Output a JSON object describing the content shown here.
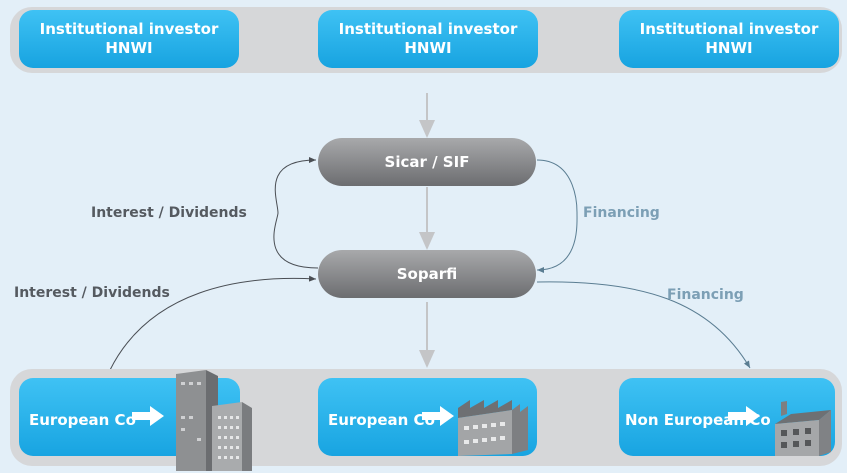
{
  "investors": [
    {
      "line1": "Institutional investor",
      "line2": "HNWI"
    },
    {
      "line1": "Institutional investor",
      "line2": "HNWI"
    },
    {
      "line1": "Institutional investor",
      "line2": "HNWI"
    }
  ],
  "entities": {
    "top": "Sicar / SIF",
    "middle": "Soparfi"
  },
  "flows": {
    "upper_left": "Interest / Dividends",
    "upper_right": "Financing",
    "lower_left": "Interest / Dividends",
    "lower_right": "Financing"
  },
  "companies": [
    "European Co",
    "European Co",
    "Non European Co"
  ],
  "colors": {
    "company_blue": "#1aa6e2",
    "entity_gray": "#8a8b8e",
    "band_gray": "#d6d7d9",
    "financing_text": "#7c9fb5"
  }
}
